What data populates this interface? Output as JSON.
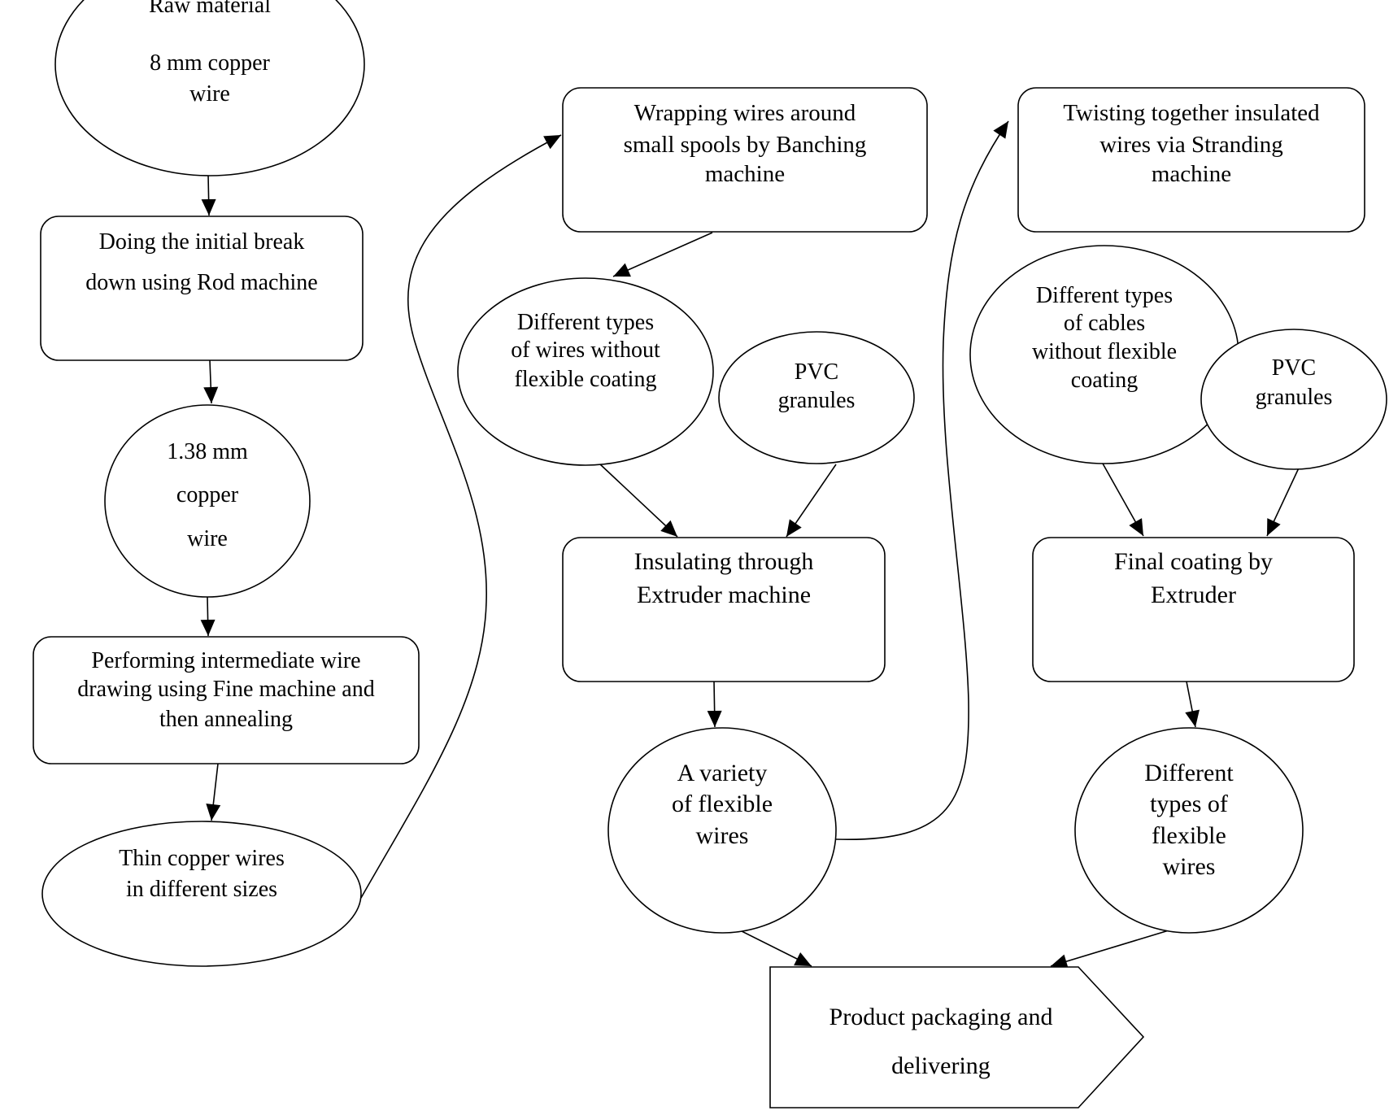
{
  "nodes": {
    "raw_material": {
      "lines": [
        "Raw material",
        "8 mm copper",
        "wire"
      ]
    },
    "initial_breakdown": {
      "lines": [
        "Doing the initial break",
        "down using Rod machine"
      ]
    },
    "wire_138": {
      "lines": [
        "1.38 mm",
        "copper",
        "wire"
      ]
    },
    "intermediate_drawing": {
      "lines": [
        "Performing intermediate wire",
        "drawing using Fine machine and",
        "then annealing"
      ]
    },
    "thin_copper": {
      "lines": [
        "Thin copper wires",
        "in different sizes"
      ]
    },
    "banching": {
      "lines": [
        "Wrapping wires around",
        "small spools by Banching",
        "machine"
      ]
    },
    "wires_no_coating": {
      "lines": [
        "Different types",
        "of wires without",
        "flexible coating"
      ]
    },
    "pvc_1": {
      "lines": [
        "PVC",
        "granules"
      ]
    },
    "extruder_insulating": {
      "lines": [
        "Insulating through",
        "Extruder machine"
      ]
    },
    "variety_flexible": {
      "lines": [
        "A variety",
        "of flexible",
        "wires"
      ]
    },
    "stranding": {
      "lines": [
        "Twisting together insulated",
        "wires via Stranding",
        "machine"
      ]
    },
    "cables_no_coating": {
      "lines": [
        "Different types",
        "of cables",
        "without flexible",
        "coating"
      ]
    },
    "pvc_2": {
      "lines": [
        "PVC",
        "granules"
      ]
    },
    "final_coating": {
      "lines": [
        "Final coating by",
        "Extruder"
      ]
    },
    "types_flexible": {
      "lines": [
        "Different",
        "types of",
        "flexible",
        "wires"
      ]
    },
    "packaging": {
      "lines": [
        "Product packaging and",
        "delivering"
      ]
    }
  },
  "edges": [
    {
      "from": "raw_material",
      "to": "initial_breakdown"
    },
    {
      "from": "initial_breakdown",
      "to": "wire_138"
    },
    {
      "from": "wire_138",
      "to": "intermediate_drawing"
    },
    {
      "from": "intermediate_drawing",
      "to": "thin_copper"
    },
    {
      "from": "thin_copper",
      "to": "banching"
    },
    {
      "from": "banching",
      "to": "wires_no_coating"
    },
    {
      "from": "wires_no_coating",
      "to": "extruder_insulating"
    },
    {
      "from": "pvc_1",
      "to": "extruder_insulating"
    },
    {
      "from": "extruder_insulating",
      "to": "variety_flexible"
    },
    {
      "from": "variety_flexible",
      "to": "stranding"
    },
    {
      "from": "cables_no_coating",
      "to": "final_coating"
    },
    {
      "from": "pvc_2",
      "to": "final_coating"
    },
    {
      "from": "final_coating",
      "to": "types_flexible"
    },
    {
      "from": "variety_flexible",
      "to": "packaging"
    },
    {
      "from": "types_flexible",
      "to": "packaging"
    }
  ]
}
